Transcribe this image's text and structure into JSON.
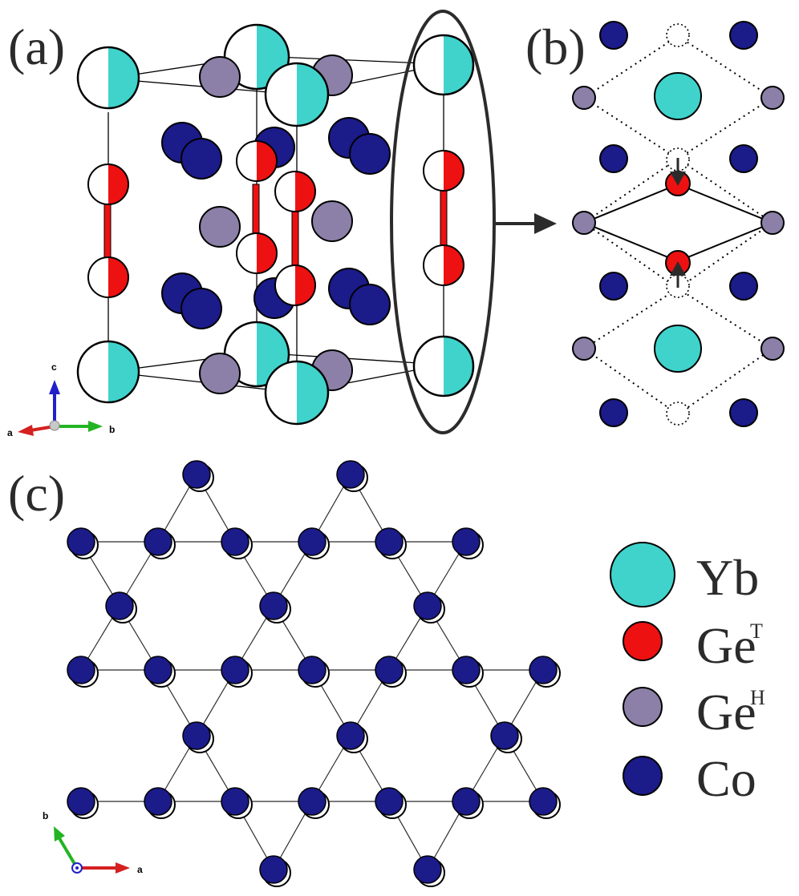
{
  "panels": {
    "a": "(a)",
    "b": "(b)",
    "c": "(c)"
  },
  "axes_a": {
    "c": "c",
    "a": "a",
    "b": "b"
  },
  "axes_c": {
    "b": "b",
    "a": "a"
  },
  "legend": [
    {
      "base": "Yb",
      "sup": "",
      "color": "#3fd3cc",
      "size": "large"
    },
    {
      "base": "Ge",
      "sup": "T",
      "color": "#ee1111",
      "size": "medium"
    },
    {
      "base": "Ge",
      "sup": "H",
      "color": "#8c80a8",
      "size": "medium"
    },
    {
      "base": "Co",
      "sup": "",
      "color": "#1b1b8a",
      "size": "medium"
    }
  ],
  "colors": {
    "yb": "#3fd3cc",
    "ge_t": "#ee1111",
    "ge_h": "#8c80a8",
    "co": "#1b1b8a",
    "axis_a": "#d42020",
    "axis_b": "#22b422",
    "axis_c": "#2020c8"
  }
}
